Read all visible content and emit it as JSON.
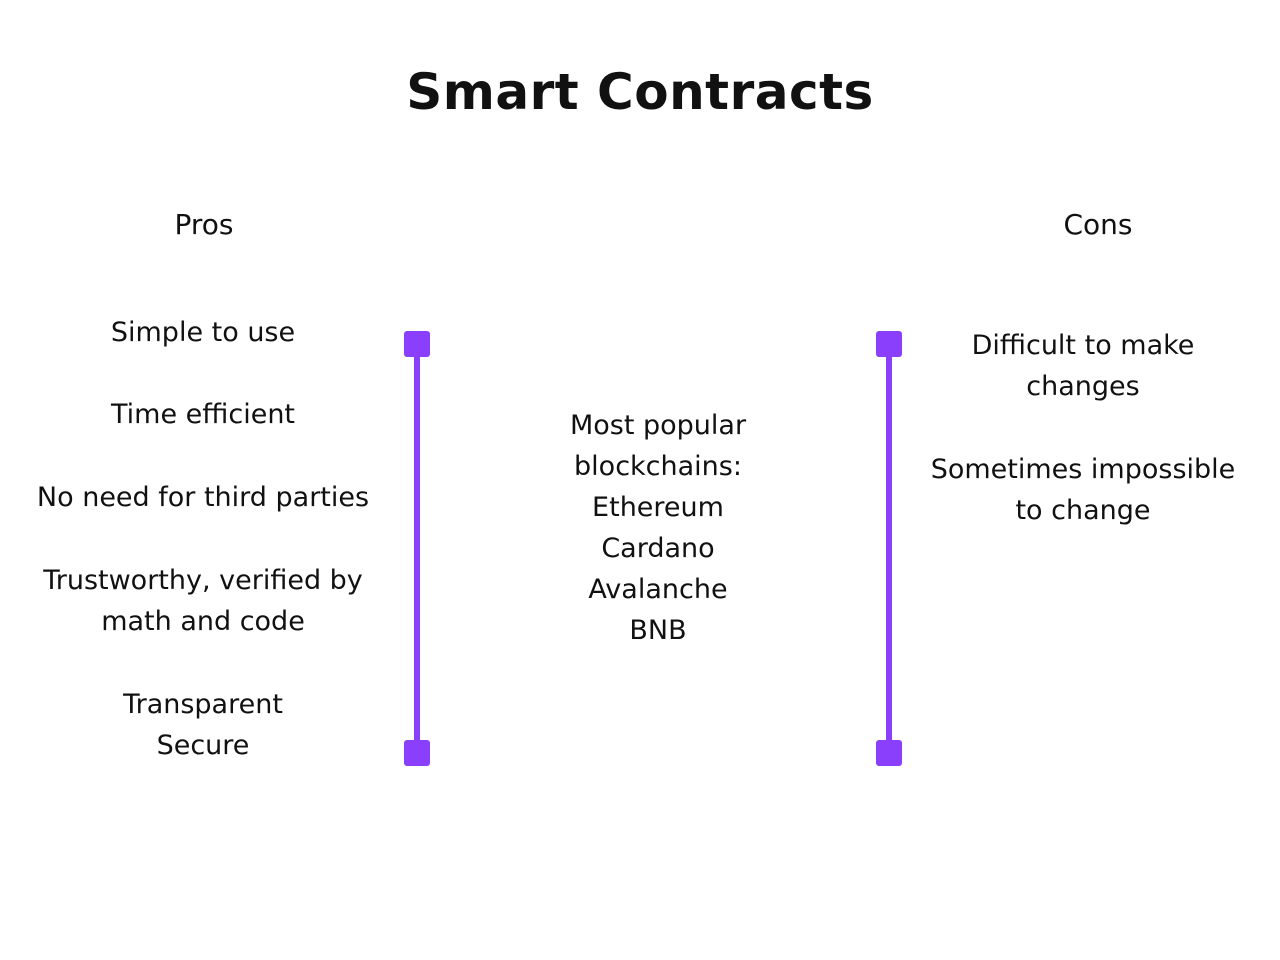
{
  "title": "Smart Contracts",
  "accent_color": "#8a3ffc",
  "pros": {
    "heading": "Pros",
    "items": [
      "Simple to use",
      "Time efficient",
      "No need for third parties",
      "Trustworthy, verified by\nmath and code",
      "Transparent\nSecure"
    ]
  },
  "cons": {
    "heading": "Cons",
    "items": [
      "Difficult to make\nchanges",
      "Sometimes impossible\nto change"
    ]
  },
  "middle": {
    "text": "Most popular\nblockchains:\nEthereum\nCardano\nAvalanche\nBNB"
  }
}
